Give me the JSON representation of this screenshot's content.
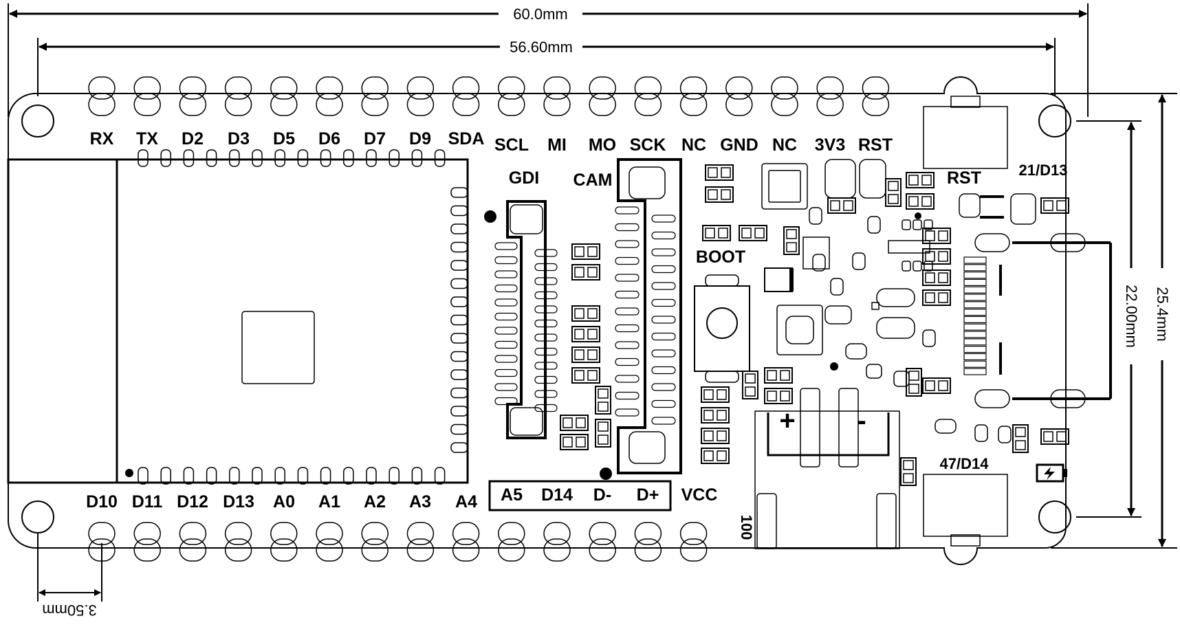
{
  "dimensions": {
    "overall_width": "60.0mm",
    "hole_spacing": "56.60mm",
    "overall_height": "25.4mm",
    "hole_vertical_spacing": "22.00mm",
    "hole_edge_offset": "3.50mm"
  },
  "top_header_labels": [
    "RX",
    "TX",
    "D2",
    "D3",
    "D5",
    "D6",
    "D7",
    "D9",
    "SDA",
    "SCL",
    "MI",
    "MO",
    "SCK",
    "NC",
    "GND",
    "NC",
    "3V3",
    "RST"
  ],
  "bottom_header_labels": [
    "D10",
    "D11",
    "D12",
    "D13",
    "A0",
    "A1",
    "A2",
    "A3",
    "A4",
    "A5",
    "D14",
    "D-",
    "D+",
    "VCC"
  ],
  "connectors": {
    "gdi": "GDI",
    "cam": "CAM"
  },
  "buttons": {
    "boot": "BOOT",
    "rst": "RST"
  },
  "leds": {
    "top": "21/D13",
    "bottom": "47/D14"
  },
  "battery": {
    "plus": "+",
    "minus": "-",
    "marking": "100"
  }
}
